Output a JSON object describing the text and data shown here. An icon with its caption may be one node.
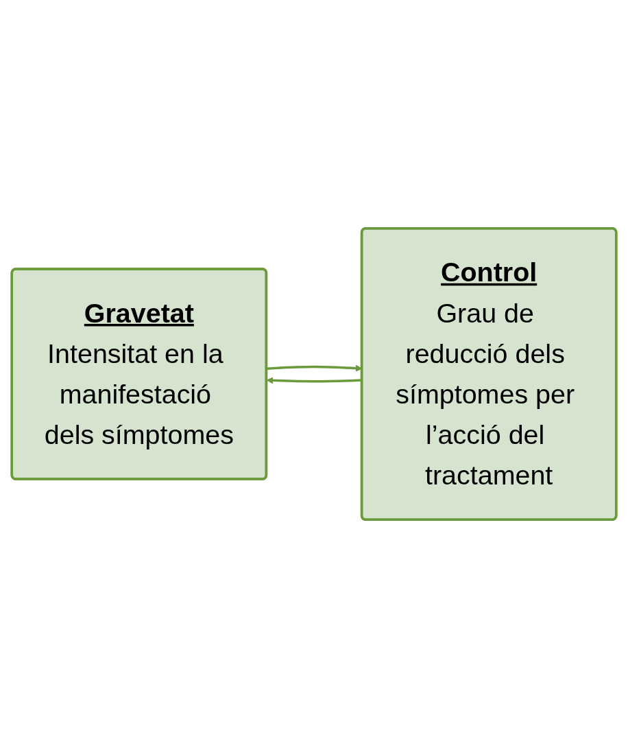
{
  "diagram": {
    "nodes": [
      {
        "text": [
          "Gravetat",
          "Intensitat en la manifestació dels símptomes"
        ]
      },
      {
        "text": [
          "Control",
          "Grau de reducció dels símptomes per l’acció del tractament"
        ]
      }
    ],
    "edges": [
      {
        "from": 0,
        "to": 1,
        "arrow": "to"
      },
      {
        "from": 1,
        "to": 0,
        "arrow": "to"
      }
    ]
  }
}
